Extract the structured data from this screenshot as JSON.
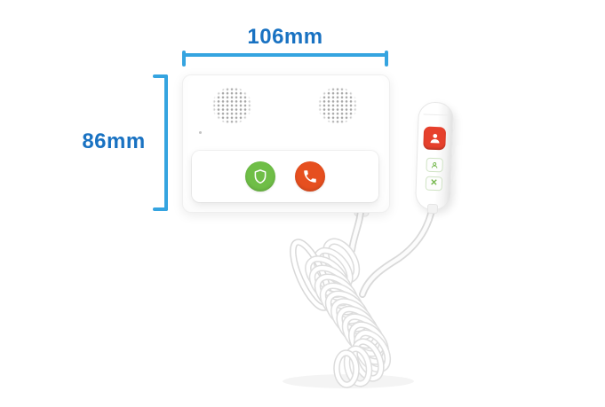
{
  "annotations": {
    "width_label": "106mm",
    "height_label": "86mm"
  },
  "colors": {
    "dimension_line": "#35a4e0",
    "dimension_text": "#1972c2",
    "green_button": "#6fbe47",
    "red_button": "#e64f1f",
    "pendant_button_red": "#e6402c",
    "pendant_glyph_green": "#76b84e"
  },
  "device": {
    "panel": {
      "speakers": [
        "speaker-grille-left",
        "speaker-grille-right"
      ],
      "buttons": [
        {
          "icon": "shield-icon",
          "color": "#6fbe47"
        },
        {
          "icon": "phone-icon",
          "color": "#e64f1f"
        }
      ]
    },
    "pendant": {
      "call_button_icon": "person-icon",
      "aux_button_icon": "person-outline-icon",
      "cancel_glyph": "✕"
    }
  }
}
